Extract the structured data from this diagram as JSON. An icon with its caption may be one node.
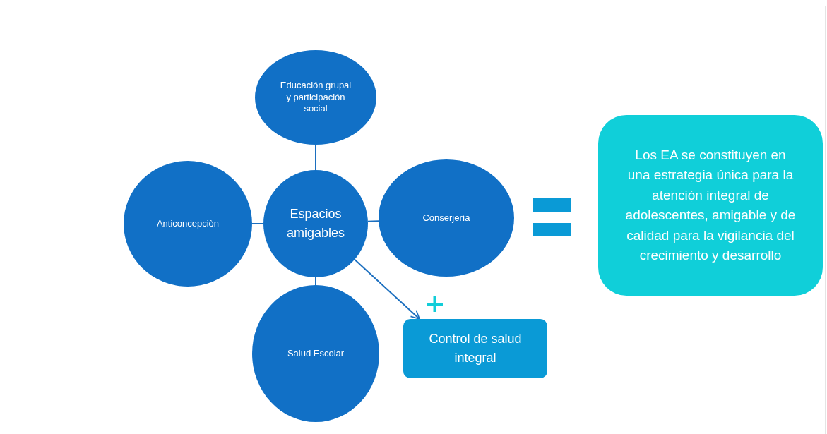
{
  "diagram": {
    "nodes": [
      {
        "text": [
          "Educación grupal y participación social"
        ]
      },
      {
        "text": [
          "Anticoncepciòn"
        ]
      },
      {
        "text": [
          "Espacios amigables"
        ]
      },
      {
        "text": [
          "Conserjería"
        ]
      },
      {
        "text": [
          "Salud Escolar"
        ]
      },
      {
        "text": [
          "Control de salud integral"
        ]
      },
      {
        "text": [
          "Los EA se constituyen en una estrategia única para la atención integral de adolescentes, amigable y de calidad para la vigilancia del crecimiento y desarrollo"
        ]
      }
    ],
    "edges": [
      {
        "from": 2,
        "to": 0,
        "arrow": "none"
      },
      {
        "from": 1,
        "to": 2,
        "arrow": "none"
      },
      {
        "from": 2,
        "to": 3,
        "arrow": "none"
      },
      {
        "from": 2,
        "to": 4,
        "arrow": "none"
      },
      {
        "from": 2,
        "to": 5,
        "arrow": "to"
      }
    ]
  }
}
